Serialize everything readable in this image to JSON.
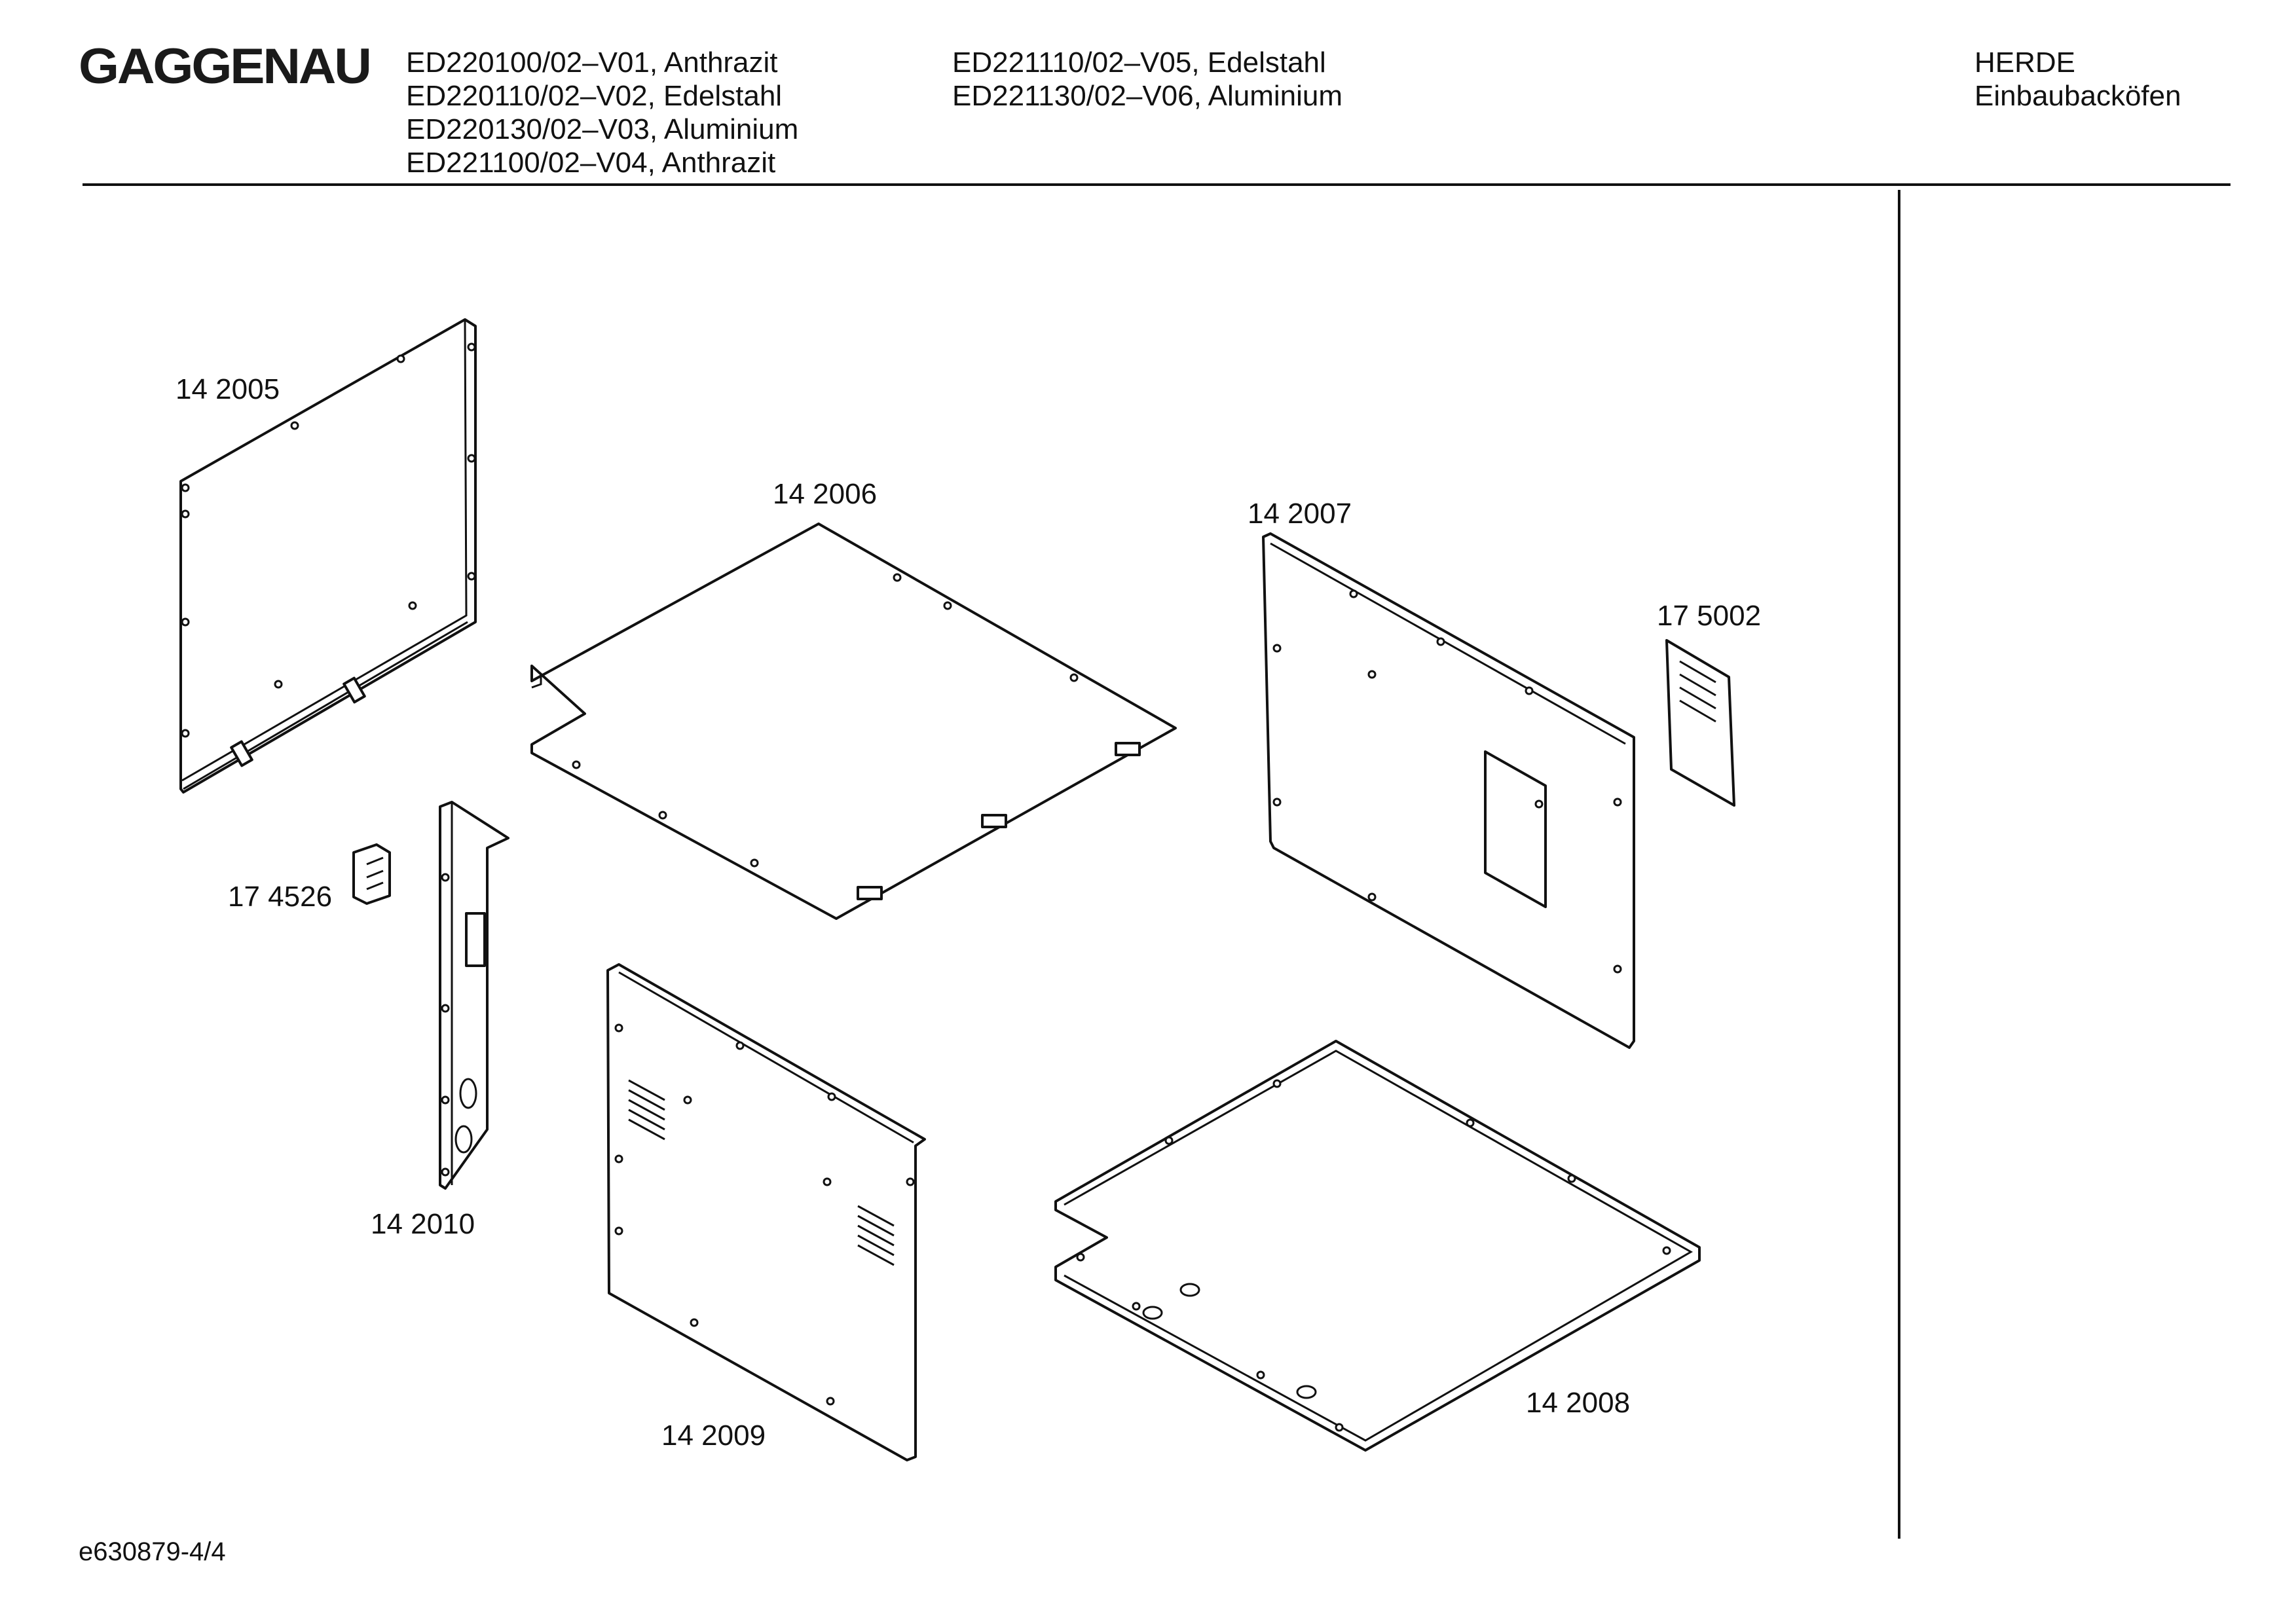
{
  "header": {
    "brand": "GAGGENAU",
    "models_col1": [
      "ED220100/02–V01, Anthrazit",
      "ED220110/02–V02, Edelstahl",
      "ED220130/02–V03, Aluminium",
      "ED221100/02–V04, Anthrazit"
    ],
    "models_col2": [
      "ED221110/02–V05, Edelstahl",
      "ED221130/02–V06, Aluminium"
    ],
    "category": "HERDE",
    "subcategory": "Einbaubacköfen"
  },
  "parts": [
    {
      "id": "p1",
      "label": "14 2005"
    },
    {
      "id": "p2",
      "label": "14 2006"
    },
    {
      "id": "p3",
      "label": "14 2007"
    },
    {
      "id": "p4",
      "label": "17 5002"
    },
    {
      "id": "p5",
      "label": "17 4526"
    },
    {
      "id": "p6",
      "label": "14 2010"
    },
    {
      "id": "p7",
      "label": "14 2009"
    },
    {
      "id": "p8",
      "label": "14 2008"
    }
  ],
  "footer": {
    "doc_ref": "e630879-4/4"
  }
}
